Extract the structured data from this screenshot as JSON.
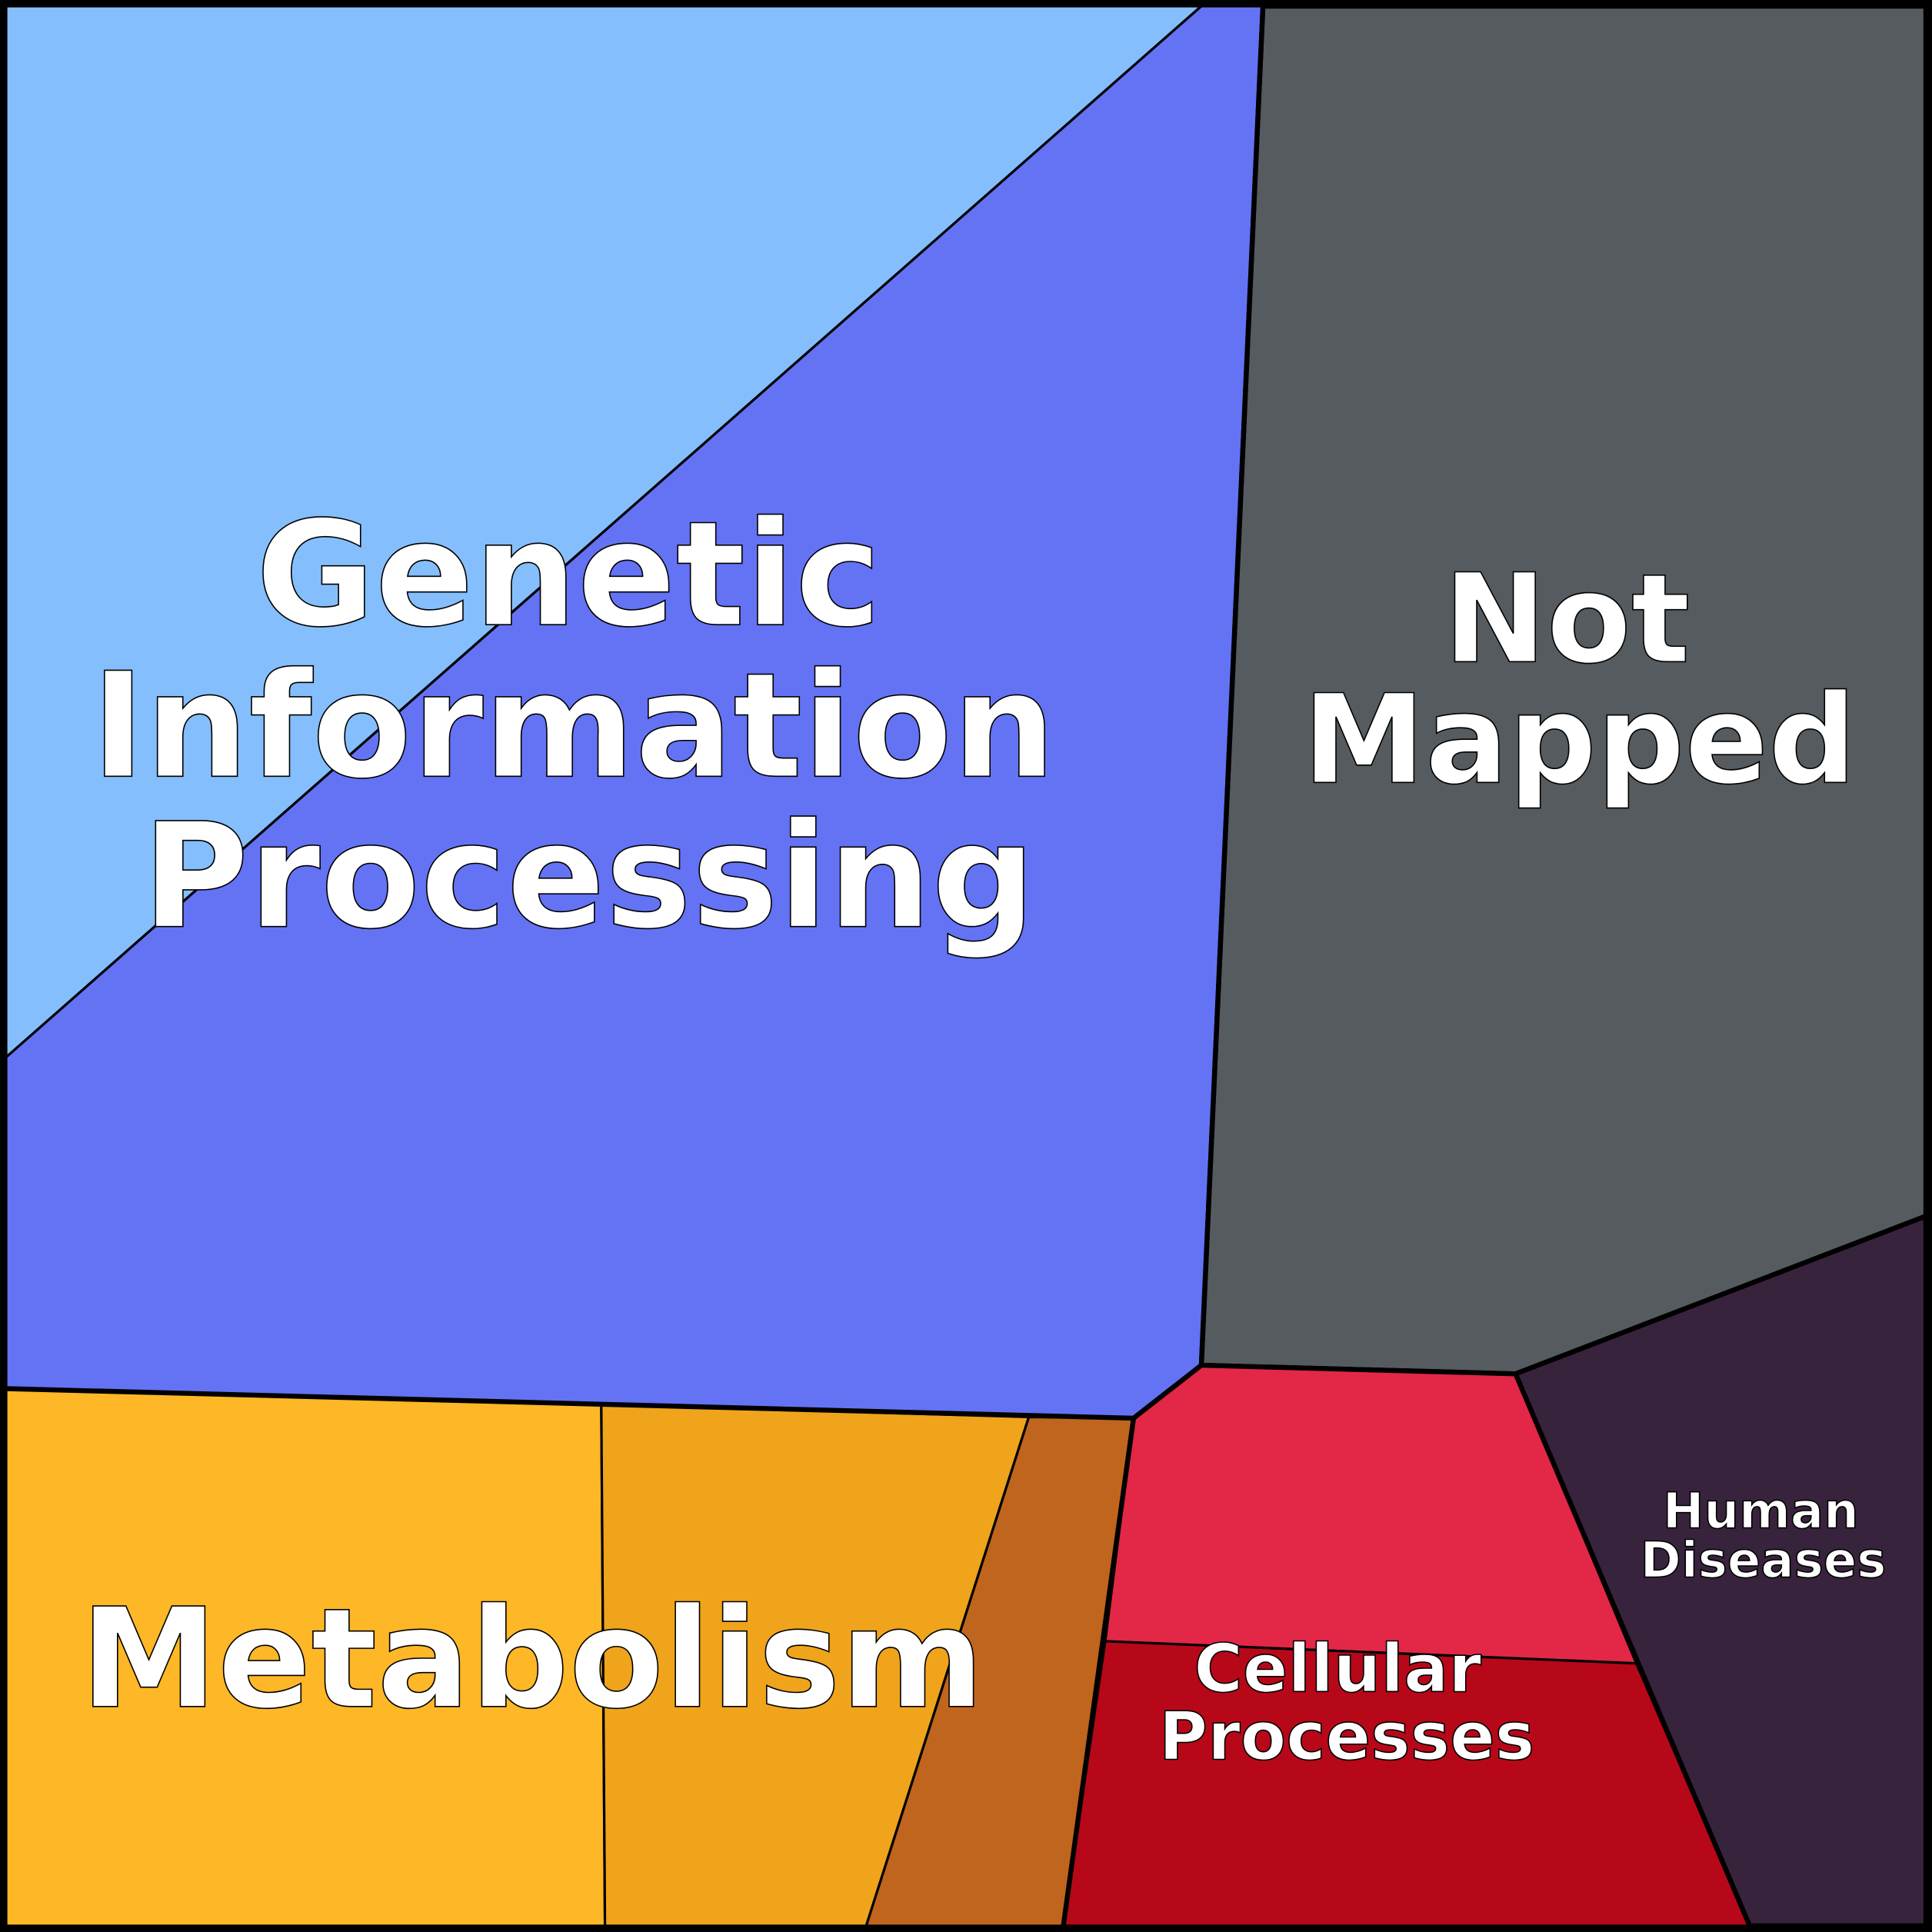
{
  "regions": [
    {
      "id": "genetic-sub-1",
      "category": "Genetic Information Processing",
      "color": "#85BEFC"
    },
    {
      "id": "genetic-sub-2",
      "category": "Genetic Information Processing",
      "color": "#6473F4"
    },
    {
      "id": "not-mapped",
      "category": "Not Mapped",
      "color": "#565B5F"
    },
    {
      "id": "human-diseases",
      "category": "Human Diseases",
      "color": "#38233D"
    },
    {
      "id": "cellular-sub-1",
      "category": "Cellular Processes",
      "color": "#E32747"
    },
    {
      "id": "cellular-sub-2",
      "category": "Cellular Processes",
      "color": "#B70819"
    },
    {
      "id": "metabolism-sub-1",
      "category": "Metabolism",
      "color": "#FDB727"
    },
    {
      "id": "metabolism-sub-2",
      "category": "Metabolism",
      "color": "#EFA41C"
    },
    {
      "id": "metabolism-sub-3",
      "category": "Metabolism",
      "color": "#C0651D"
    }
  ],
  "labels": {
    "genetic": [
      "Genetic",
      "Information",
      "Processing"
    ],
    "not_mapped": [
      "Not",
      "Mapped"
    ],
    "metabolism": [
      "Metabolism"
    ],
    "cellular": [
      "Cellular",
      "Processes"
    ],
    "human": [
      "Human",
      "Diseases"
    ]
  }
}
